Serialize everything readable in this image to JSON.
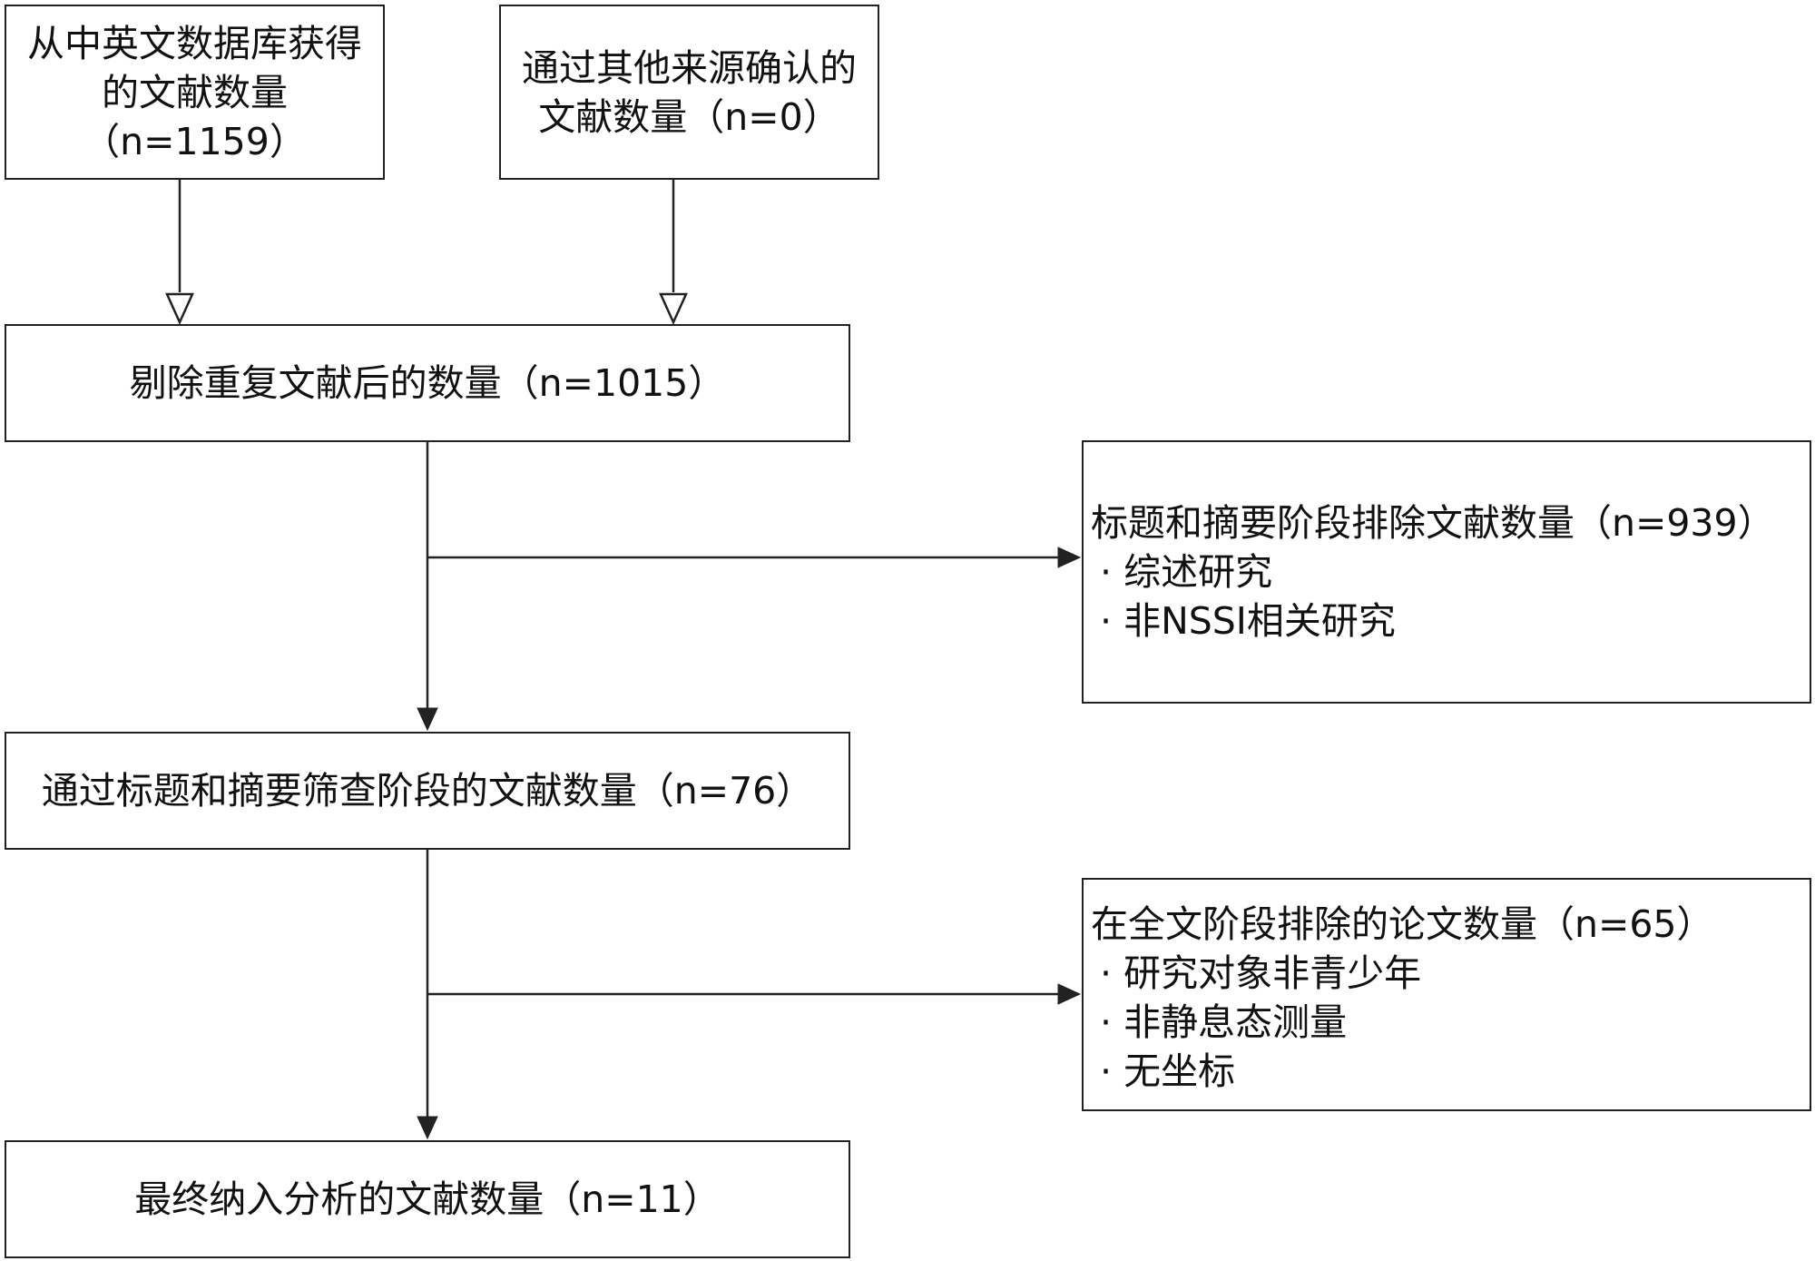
{
  "nodes": {
    "sources_db": {
      "lines": [
        "从中英文数据库获得",
        "的文献数量",
        "（n=1159）"
      ]
    },
    "sources_other": {
      "lines": [
        "通过其他来源确认的",
        "文献数量（n=0）"
      ]
    },
    "dedup": {
      "text": "剔除重复文献后的数量（n=1015）"
    },
    "excluded_title": {
      "title": "标题和摘要阶段排除文献数量（n=939）",
      "bullets": [
        "· 综述研究",
        "· 非NSSI相关研究"
      ]
    },
    "screened": {
      "text": "通过标题和摘要筛查阶段的文献数量（n=76）"
    },
    "excluded_full": {
      "title": "在全文阶段排除的论文数量（n=65）",
      "bullets": [
        "· 研究对象非青少年",
        "· 非静息态测量",
        "· 无坐标"
      ]
    },
    "included": {
      "text": "最终纳入分析的文献数量（n=11）"
    }
  },
  "colors": {
    "line": "#222222",
    "background": "#ffffff"
  }
}
